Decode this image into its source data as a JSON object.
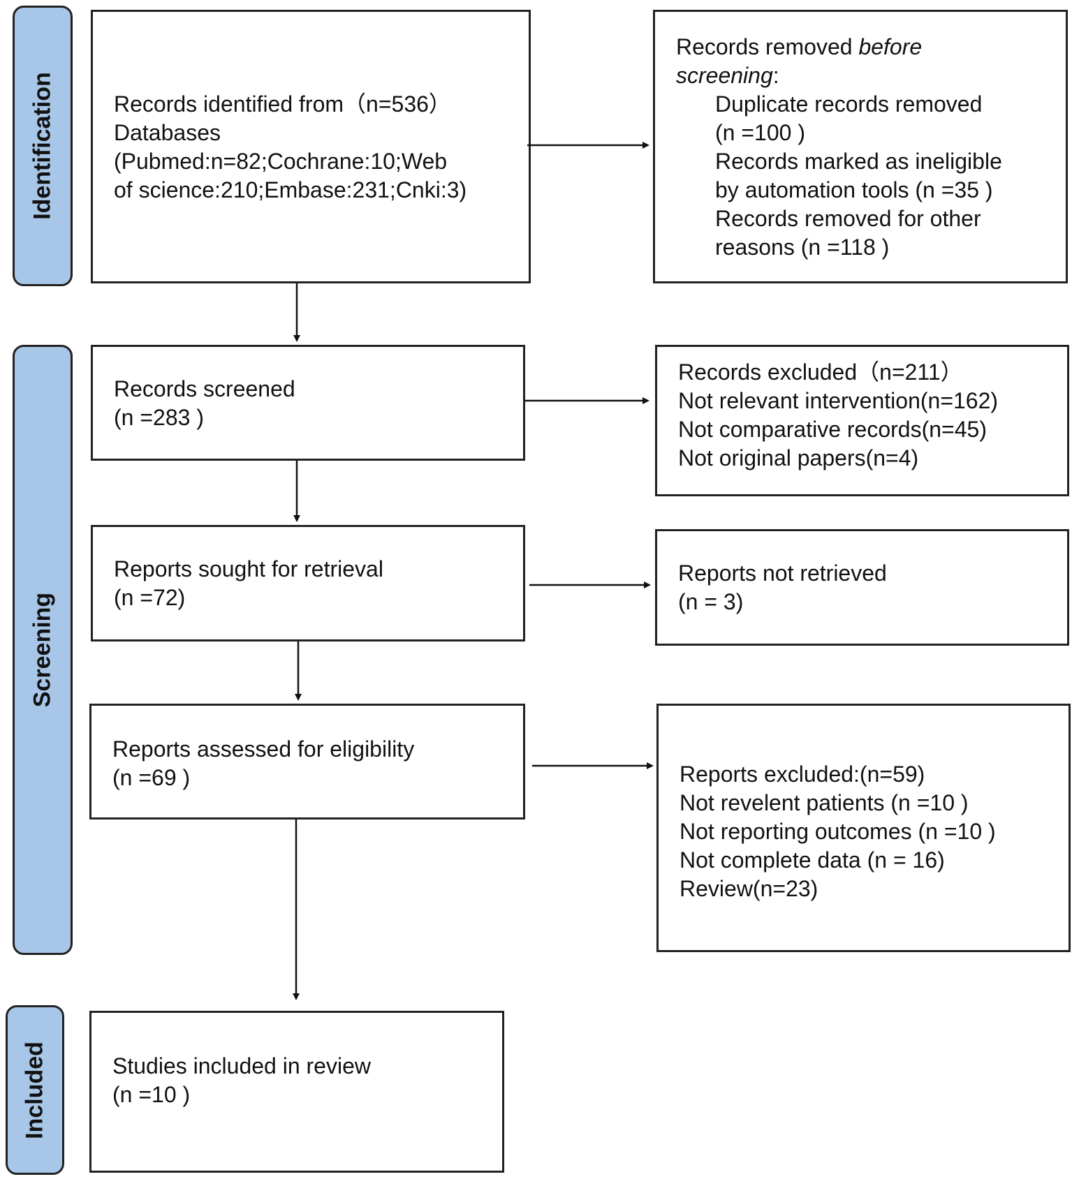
{
  "phases": {
    "identification": "Identification",
    "screening": "Screening",
    "included": "Included"
  },
  "identified": {
    "line1": "Records identified from（n=536）",
    "line2": "Databases",
    "line3": "(Pubmed:n=82;Cochrane:10;Web",
    "line4": "of science:210;Embase:231;Cnki:3)"
  },
  "removed": {
    "title_prefix": "Records removed ",
    "title_italic_1": "before",
    "title_italic_2": "screening",
    "title_suffix": ":",
    "dup_label": "Duplicate records removed",
    "dup_count": "(n =100 )",
    "auto_label_1": "Records marked as ineligible",
    "auto_label_2": "by automation tools (n =35 )",
    "other_label_1": "Records removed for other",
    "other_label_2": "reasons (n =118 )"
  },
  "screened": {
    "label": "Records screened",
    "count": "(n =283 )"
  },
  "excluded": {
    "line1": "Records excluded（n=211）",
    "line2": "Not relevant intervention(n=162)",
    "line3": "Not comparative records(n=45)",
    "line4": "Not original papers(n=4)"
  },
  "sought": {
    "label": "Reports sought for retrieval",
    "count": "(n =72)"
  },
  "not_retrieved": {
    "label": "Reports not retrieved",
    "count": "(n = 3)"
  },
  "assessed": {
    "label": "Reports assessed for eligibility",
    "count": "(n =69 )"
  },
  "reports_excluded": {
    "line1": "Reports excluded:(n=59)",
    "line2": "Not revelent patients (n =10 )",
    "line3": "Not reporting outcomes (n =10 )",
    "line4": "Not complete data (n = 16)",
    "line5": "Review(n=23)"
  },
  "included_studies": {
    "label": "Studies included in review",
    "count": "(n =10 )"
  },
  "colors": {
    "phase_fill": "#a7c6e8",
    "stroke": "#222222"
  }
}
